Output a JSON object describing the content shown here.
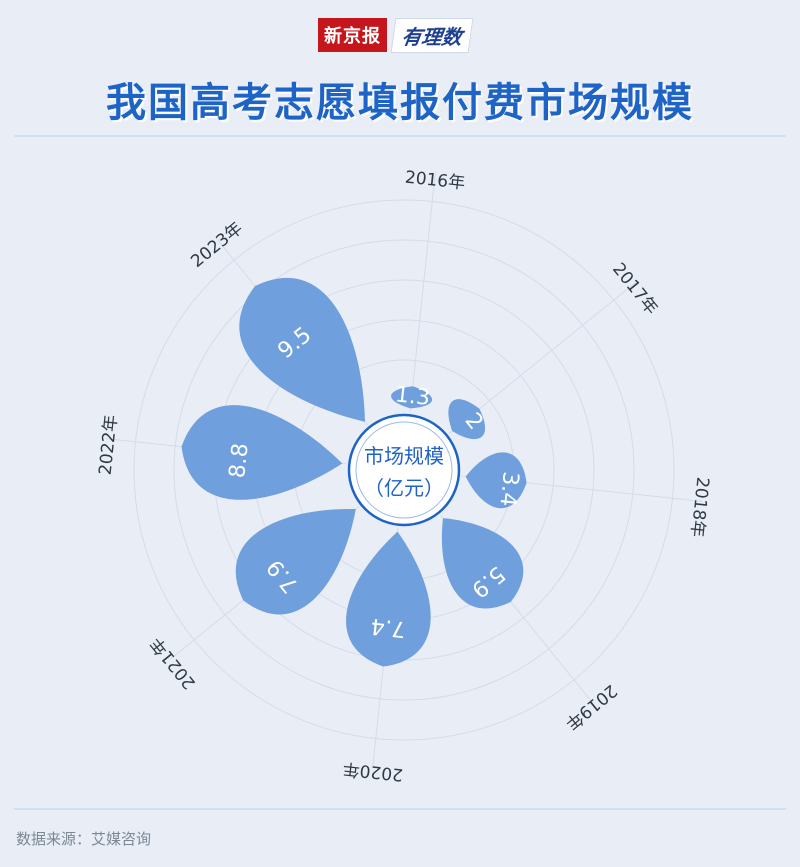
{
  "brand": {
    "left": "新京报",
    "right": "有理数"
  },
  "title": "我国高考志愿填报付费市场规模",
  "source": "数据来源：艾媒咨询",
  "chart_data": {
    "type": "polar-petal",
    "center_label": [
      "市场规模",
      "（亿元）"
    ],
    "categories": [
      "2016年",
      "2017年",
      "2018年",
      "2019年",
      "2020年",
      "2021年",
      "2022年",
      "2023年"
    ],
    "values": [
      1.3,
      2,
      3.4,
      5.9,
      7.4,
      7.9,
      8.8,
      9.5
    ],
    "value_labels": [
      "1.3",
      "2",
      "3.4",
      "5.9",
      "7.4",
      "7.9",
      "8.8",
      "9.5"
    ],
    "colors": {
      "petal": "#6f9fdc",
      "center": "#1e63c6"
    }
  }
}
